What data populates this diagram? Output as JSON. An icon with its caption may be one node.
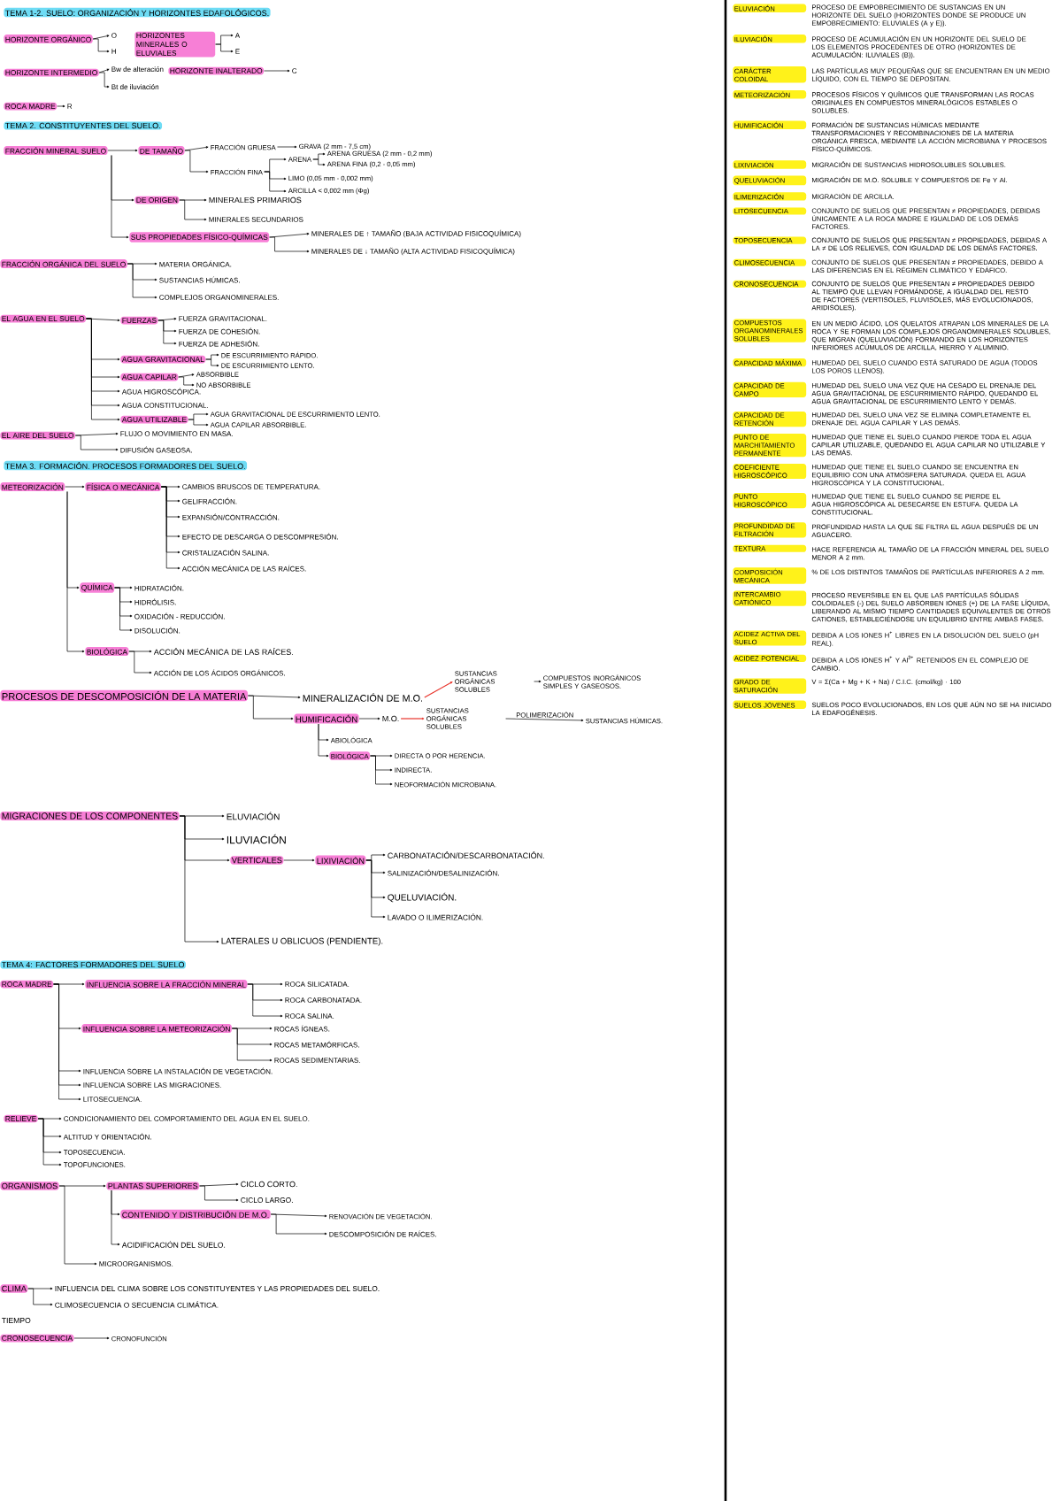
{
  "diagram": {
    "nodes": [
      {
        "text": [
          "TEMA 1-2. SUELO: ORGANIZACIÓN Y HORIZONTES EDAFOLÓGICOS."
        ]
      },
      {
        "text": [
          "HORIZONTE ORGÁNICO"
        ]
      },
      {
        "text": [
          "O"
        ]
      },
      {
        "text": [
          "H"
        ]
      },
      {
        "text": [
          "HORIZONTES MINERALES O ELUVIALES"
        ]
      },
      {
        "text": [
          "A"
        ]
      },
      {
        "text": [
          "E"
        ]
      },
      {
        "text": [
          "HORIZONTE INTERMEDIO"
        ]
      },
      {
        "text": [
          "Bw de alteración"
        ]
      },
      {
        "text": [
          "Bt de iluviación"
        ]
      },
      {
        "text": [
          "HORIZONTE INALTERADO"
        ]
      },
      {
        "text": [
          "C"
        ]
      },
      {
        "text": [
          "ROCA MADRE"
        ]
      },
      {
        "text": [
          "R"
        ]
      },
      {
        "text": [
          "TEMA 2. CONSTITUYENTES DEL SUELO."
        ]
      },
      {
        "text": [
          "FRACCIÓN MINERAL SUELO"
        ]
      },
      {
        "text": [
          "DE TAMAÑO"
        ]
      },
      {
        "text": [
          "FRACCIÓN GRUESA"
        ]
      },
      {
        "text": [
          "GRAVA (2 mm - 7,5 cm)"
        ]
      },
      {
        "text": [
          "FRACCIÓN FINA"
        ]
      },
      {
        "text": [
          "ARENA"
        ]
      },
      {
        "text": [
          "ARENA GRUESA (2 mm - 0,2 mm)"
        ]
      },
      {
        "text": [
          "ARENA FINA (0,2 - 0,05 mm)"
        ]
      },
      {
        "text": [
          "LIMO (0,05 mm - 0,002 mm)"
        ]
      },
      {
        "text": [
          "ARCILLA < 0,002 mm (Φg)"
        ]
      },
      {
        "text": [
          "DE ORIGEN"
        ]
      },
      {
        "text": [
          "MINERALES PRIMARIOS"
        ]
      },
      {
        "text": [
          "MINERALES SECUNDARIOS"
        ]
      },
      {
        "text": [
          "SUS PROPIEDADES FÍSICO-QUÍMICAS"
        ]
      },
      {
        "text": [
          "MINERALES DE ↑ TAMAÑO (BAJA ACTIVIDAD FISICOQUÍMICA)"
        ]
      },
      {
        "text": [
          "MINERALES DE ↓ TAMAÑO (ALTA ACTIVIDAD FISICOQUÍMICA)"
        ]
      },
      {
        "text": [
          "FRACCIÓN ORGÁNICA DEL SUELO"
        ]
      },
      {
        "text": [
          "MATERIA ORGÁNICA."
        ]
      },
      {
        "text": [
          "SUSTANCIAS HÚMICAS."
        ]
      },
      {
        "text": [
          "COMPLEJOS ORGANOMINERALES."
        ]
      },
      {
        "text": [
          "EL AGUA EN EL SUELO"
        ]
      },
      {
        "text": [
          "FUERZAS"
        ]
      },
      {
        "text": [
          "FUERZA GRAVITACIONAL."
        ]
      },
      {
        "text": [
          "FUERZA DE COHESIÓN."
        ]
      },
      {
        "text": [
          "FUERZA DE ADHESIÓN."
        ]
      },
      {
        "text": [
          "AGUA GRAVITACIONAL"
        ]
      },
      {
        "text": [
          "DE ESCURRIMIENTO RÁPIDO."
        ]
      },
      {
        "text": [
          "DE ESCURRIMIENTO LENTO."
        ]
      },
      {
        "text": [
          "AGUA CAPILAR"
        ]
      },
      {
        "text": [
          "ABSORBIBLE"
        ]
      },
      {
        "text": [
          "NO ABSORBIBLE"
        ]
      },
      {
        "text": [
          "AGUA HIGROSCÓPICA."
        ]
      },
      {
        "text": [
          "AGUA CONSTITUCIONAL."
        ]
      },
      {
        "text": [
          "AGUA UTILIZABLE"
        ]
      },
      {
        "text": [
          "AGUA GRAVITACIONAL DE ESCURRIMIENTO LENTO."
        ]
      },
      {
        "text": [
          "AGUA CAPILAR ABSORBIBLE."
        ]
      },
      {
        "text": [
          "EL AIRE DEL SUELO"
        ]
      },
      {
        "text": [
          "FLUJO O MOVIMIENTO EN MASA."
        ]
      },
      {
        "text": [
          "DIFUSIÓN GASEOSA."
        ]
      },
      {
        "text": [
          "TEMA 3. FORMACIÓN. PROCESOS FORMADORES DEL SUELO."
        ]
      },
      {
        "text": [
          "METEORIZACIÓN"
        ]
      },
      {
        "text": [
          "FÍSICA O MECÁNICA"
        ]
      },
      {
        "text": [
          "CAMBIOS BRUSCOS DE TEMPERATURA."
        ]
      },
      {
        "text": [
          "GELIFRACCIÓN."
        ]
      },
      {
        "text": [
          "EXPANSIÓN/CONTRACCIÓN."
        ]
      },
      {
        "text": [
          "EFECTO DE DESCARGA O DESCOMPRESIÓN."
        ]
      },
      {
        "text": [
          "CRISTALIZACIÓN SALINA."
        ]
      },
      {
        "text": [
          "ACCIÓN MECÁNICA DE LAS RAÍCES."
        ]
      },
      {
        "text": [
          "QUÍMICA"
        ]
      },
      {
        "text": [
          "HIDRATACIÓN."
        ]
      },
      {
        "text": [
          "HIDRÓLISIS."
        ]
      },
      {
        "text": [
          "OXIDACIÓN - REDUCCIÓN."
        ]
      },
      {
        "text": [
          "DISOLUCIÓN."
        ]
      },
      {
        "text": [
          "BIOLÓGICA"
        ]
      },
      {
        "text": [
          "ACCIÓN MECÁNICA DE LAS RAÍCES."
        ]
      },
      {
        "text": [
          "ACCIÓN DE LOS ÁCIDOS ORGÁNICOS."
        ]
      },
      {
        "text": [
          "PROCESOS DE DESCOMPOSICIÓN DE LA MATERIA"
        ]
      },
      {
        "text": [
          "MINERALIZACIÓN DE M.O."
        ]
      },
      {
        "text": [
          "SUSTANCIAS ORGÁNICAS SOLUBLES"
        ]
      },
      {
        "text": [
          "COMPUESTOS INORGÁNICOS SIMPLES Y GASEOSOS."
        ]
      },
      {
        "text": [
          "HUMIFICACIÓN"
        ]
      },
      {
        "text": [
          "M.O."
        ]
      },
      {
        "text": [
          "SUSTANCIAS ORGÁNICAS SOLUBLES"
        ]
      },
      {
        "text": [
          "SUSTANCIAS HÚMICAS."
        ]
      },
      {
        "text": [
          "ABIOLÓGICA"
        ]
      },
      {
        "text": [
          "BIOLÓGICA"
        ]
      },
      {
        "text": [
          "DIRECTA O POR HERENCIA."
        ]
      },
      {
        "text": [
          "INDIRECTA."
        ]
      },
      {
        "text": [
          "NEOFORMACIÓN MICROBIANA."
        ]
      },
      {
        "text": [
          "MIGRACIONES DE LOS COMPONENTES"
        ]
      },
      {
        "text": [
          "ELUVIACIÓN"
        ]
      },
      {
        "text": [
          "ILUVIACIÓN"
        ]
      },
      {
        "text": [
          "VERTICALES"
        ]
      },
      {
        "text": [
          "LIXIVIACIÓN"
        ]
      },
      {
        "text": [
          "CARBONATACIÓN/DESCARBONATACIÓN."
        ]
      },
      {
        "text": [
          "SALINIZACIÓN/DESALINIZACIÓN."
        ]
      },
      {
        "text": [
          "QUELUVIACIÓN."
        ]
      },
      {
        "text": [
          "LAVADO O ILIMERIZACIÓN."
        ]
      },
      {
        "text": [
          "LATERALES U OBLICUOS (PENDIENTE)."
        ]
      },
      {
        "text": [
          "TEMA 4: FACTORES FORMADORES DEL SUELO"
        ]
      },
      {
        "text": [
          "ROCA MADRE"
        ]
      },
      {
        "text": [
          "INFLUENCIA SOBRE LA FRACCIÓN MINERAL"
        ]
      },
      {
        "text": [
          "ROCA SILICATADA."
        ]
      },
      {
        "text": [
          "ROCA CARBONATADA."
        ]
      },
      {
        "text": [
          "ROCA SALINA."
        ]
      },
      {
        "text": [
          "INFLUENCIA SOBRE LA METEORIZACIÓN"
        ]
      },
      {
        "text": [
          "ROCAS ÍGNEAS."
        ]
      },
      {
        "text": [
          "ROCAS METAMÓRFICAS."
        ]
      },
      {
        "text": [
          "ROCAS SEDIMENTARIAS."
        ]
      },
      {
        "text": [
          "INFLUENCIA SOBRE LA INSTALACIÓN DE VEGETACIÓN."
        ]
      },
      {
        "text": [
          "INFLUENCIA SOBRE LAS MIGRACIONES."
        ]
      },
      {
        "text": [
          "LITOSECUENCIA."
        ]
      },
      {
        "text": [
          "RELIEVE"
        ]
      },
      {
        "text": [
          "CONDICIONAMIENTO DEL COMPORTAMIENTO DEL AGUA EN EL SUELO."
        ]
      },
      {
        "text": [
          "ALTITUD Y ORIENTACIÓN."
        ]
      },
      {
        "text": [
          "TOPOSECUENCIA."
        ]
      },
      {
        "text": [
          "TOPOFUNCIONES."
        ]
      },
      {
        "text": [
          "ORGANISMOS"
        ]
      },
      {
        "text": [
          "PLANTAS SUPERIORES"
        ]
      },
      {
        "text": [
          "CICLO CORTO."
        ]
      },
      {
        "text": [
          "CICLO LARGO."
        ]
      },
      {
        "text": [
          "CONTENIDO Y DISTRIBUCIÓN DE M.O."
        ]
      },
      {
        "text": [
          "RENOVACIÓN DE VEGETACIÓN."
        ]
      },
      {
        "text": [
          "DESCOMPOSICIÓN DE RAÍCES."
        ]
      },
      {
        "text": [
          "ACIDIFICACIÓN DEL SUELO."
        ]
      },
      {
        "text": [
          "MICROORGANISMOS."
        ]
      },
      {
        "text": [
          "CLIMA"
        ]
      },
      {
        "text": [
          "INFLUENCIA DEL CLIMA SOBRE LOS CONSTITUYENTES Y LAS PROPIEDADES DEL SUELO."
        ]
      },
      {
        "text": [
          "CLIMOSECUENCIA O SECUENCIA CLIMÁTICA."
        ]
      },
      {
        "text": [
          "TIEMPO"
        ]
      },
      {
        "text": [
          "CRONOSECUENCIA"
        ]
      },
      {
        "text": [
          "CRONOFUNCIÓN"
        ]
      },
      {
        "text": [
          "ELUVIACIÓN"
        ],
        "beside": [
          "PROCESO DE EMPOBRECIMIENTO DE SUSTANCIAS EN UN HORIZONTE DEL SUELO (HORIZONTES DONDE SE PRODUCE UN EMPOBRECIMIENTO: ELUVIALES (A y E))."
        ]
      },
      {
        "text": [
          "ILUVIACIÓN"
        ],
        "beside": [
          "PROCESO DE ACUMULACIÓN EN UN HORIZONTE DEL SUELO DE LOS ELEMENTOS PROCEDENTES DE OTRO (HORIZONTES DE ACUMULACIÓN: ILUVIALES (B))."
        ]
      },
      {
        "text": [
          "CARÁCTER COLOIDAL"
        ],
        "beside": [
          "LAS PARTÍCULAS MUY PEQUEÑAS QUE SE ENCUENTRAN EN UN MEDIO LÍQUIDO, CON EL TIEMPO SE DEPOSITAN."
        ]
      },
      {
        "text": [
          "METEORIZACIÓN"
        ],
        "beside": [
          "PROCESOS FÍSICOS Y QUÍMICOS QUE TRANSFORMAN LAS ROCAS ORIGINALES EN COMPUESTOS MINERALÓGICOS ESTABLES O SOLUBLES."
        ]
      },
      {
        "text": [
          "HUMIFICACIÓN"
        ],
        "beside": [
          "FORMACIÓN DE SUSTANCIAS HÚMICAS MEDIANTE TRANSFORMACIONES Y RECOMBINACIONES DE LA MATERIA ORGÁNICA FRESCA, MEDIANTE LA ACCIÓN MICROBIANA Y PROCESOS FÍSICO-QUÍMICOS."
        ]
      },
      {
        "text": [
          "LIXIVIACIÓN"
        ],
        "beside": [
          "MIGRACIÓN DE SUSTANCIAS HIDROSOLUBLES SOLUBLES."
        ]
      },
      {
        "text": [
          "QUELUVIACIÓN"
        ],
        "beside": [
          "MIGRACIÓN DE M.O. SOLUBLE Y COMPUESTOS DE Fe Y Al."
        ]
      },
      {
        "text": [
          "ILIMERIZACIÓN"
        ],
        "beside": [
          "MIGRACIÓN DE ARCILLA."
        ]
      },
      {
        "text": [
          "LITOSECUENCIA"
        ],
        "beside": [
          "CONJUNTO DE SUELOS QUE PRESENTAN ≠ PROPIEDADES, DEBIDAS ÚNICAMENTE A LA ROCA MADRE E IGUALDAD DE LOS DEMÁS FACTORES."
        ]
      },
      {
        "text": [
          "TOPOSECUENCIA"
        ],
        "beside": [
          "CONJUNTO DE SUELOS QUE PRESENTAN ≠ PROPIEDADES, DEBIDAS A LA ≠ DE LOS RELIEVES, CON IGUALDAD DE LOS DEMÁS FACTORES."
        ]
      },
      {
        "text": [
          "CLIMOSECUENCIA"
        ],
        "beside": [
          "CONJUNTO DE SUELOS QUE PRESENTAN ≠ PROPIEDADES, DEBIDO A LAS DIFERENCIAS EN EL RÉGIMEN CLIMÁTICO Y EDÁFICO."
        ]
      },
      {
        "text": [
          "CRONOSECUENCIA"
        ],
        "beside": [
          "CONJUNTO DE SUELOS QUE PRESENTAN ≠ PROPIEDADES DEBIDO AL TIEMPO QUE LLEVAN FORMÁNDOSE, A IGUALDAD DEL RESTO DE FACTORES (VERTISOLES, FLUVISOLES, MÁS EVOLUCIONADOS, ARIDISOLES)."
        ]
      },
      {
        "text": [
          "COMPUESTOS ORGANOMINERALES SOLUBLES"
        ],
        "beside": [
          "EN UN MEDIO ÁCIDO, LOS QUELATOS ATRAPAN LOS MINERALES DE LA ROCA Y SE FORMAN LOS COMPLEJOS ORGANOMINERALES SOLUBLES, QUE MIGRAN (QUELUVIACIÓN) FORMANDO EN LOS HORIZONTES INFERIORES ACÚMULOS DE ARCILLA, HIERRO Y ALUMINIO."
        ]
      },
      {
        "text": [
          "CAPACIDAD MÁXIMA"
        ],
        "beside": [
          "HUMEDAD DEL SUELO CUANDO ESTÁ SATURADO DE AGUA (TODOS LOS POROS LLENOS)."
        ]
      },
      {
        "text": [
          "CAPACIDAD DE CAMPO"
        ],
        "beside": [
          "HUMEDAD DEL SUELO UNA VEZ QUE HA CESADO EL DRENAJE DEL AGUA GRAVITACIONAL DE ESCURRIMIENTO RÁPIDO, QUEDANDO EL AGUA GRAVITACIONAL DE ESCURRIMIENTO LENTO Y DEMÁS."
        ]
      },
      {
        "text": [
          "CAPACIDAD DE RETENCIÓN"
        ],
        "beside": [
          "HUMEDAD DEL SUELO UNA VEZ SE ELIMINA COMPLETAMENTE EL DRENAJE DEL AGUA CAPILAR Y LAS DEMÁS."
        ]
      },
      {
        "text": [
          "PUNTO DE MARCHITAMIENTO PERMANENTE"
        ],
        "beside": [
          "HUMEDAD QUE TIENE EL SUELO CUANDO PIERDE TODA EL AGUA CAPILAR UTILIZABLE, QUEDANDO EL AGUA CAPILAR NO UTILIZABLE Y LAS DEMÁS."
        ]
      },
      {
        "text": [
          "COEFICIENTE HIGROSCÓPICO"
        ],
        "beside": [
          "HUMEDAD QUE TIENE EL SUELO CUANDO SE ENCUENTRA EN EQUILIBRIO CON UNA ATMÓSFERA SATURADA. QUEDA EL AGUA HIGROSCÓPICA Y LA CONSTITUCIONAL."
        ]
      },
      {
        "text": [
          "PUNTO HIGROSCÓPICO"
        ],
        "beside": [
          "HUMEDAD QUE TIENE EL SUELO CUANDO SE PIERDE EL AGUA HIGROSCÓPICA AL DESECARSE EN ESTUFA. QUEDA LA CONSTITUCIONAL."
        ]
      },
      {
        "text": [
          "PROFUNDIDAD DE FILTRACIÓN"
        ],
        "beside": [
          "PROFUNDIDAD HASTA LA QUE SE FILTRA EL AGUA DESPUÉS DE UN AGUACERO."
        ]
      },
      {
        "text": [
          "TEXTURA"
        ],
        "beside": [
          "HACE REFERENCIA AL TAMAÑO DE LA FRACCIÓN MINERAL DEL SUELO MENOR A 2 mm."
        ]
      },
      {
        "text": [
          "COMPOSICIÓN MECÁNICA"
        ],
        "beside": [
          "% DE LOS DISTINTOS TAMAÑOS DE PARTÍCULAS INFERIORES A 2 mm."
        ]
      },
      {
        "text": [
          "INTERCAMBIO CATIÓNICO"
        ],
        "beside": [
          "PROCESO REVERSIBLE EN EL QUE LAS PARTÍCULAS SÓLIDAS COLOIDALES (-) DEL SUELO ABSORBEN IONES (+) DE LA FASE LÍQUIDA, LIBERANDO AL MISMO TIEMPO CANTIDADES EQUIVALENTES DE OTROS CATIONES, ESTABLECIÉNDOSE UN EQUILIBRIO ENTRE AMBAS FASES."
        ]
      },
      {
        "text": [
          "ACIDEZ ACTIVA DEL SUELO"
        ],
        "beside": [
          "DEBIDA A LOS IONES H$^{+}$ LIBRES EN LA DISOLUCIÓN DEL SUELO (pH REAL)."
        ]
      },
      {
        "text": [
          "ACIDEZ POTENCIAL"
        ],
        "beside": [
          "DEBIDA A LOS IONES H$^{+}$ Y Al$^{3+}$ RETENIDOS EN EL COMPLEJO DE CAMBIO."
        ]
      },
      {
        "text": [
          "GRADO DE SATURACIÓN"
        ],
        "beside": [
          "V = Σ(Ca + Mg + K + Na) / C.I.C. (cmol/kg) · 100"
        ]
      },
      {
        "text": [
          "SUELOS JÓVENES"
        ],
        "beside": [
          "SUELOS POCO EVOLUCIONADOS, EN LOS QUE AÚN NO SE HA INICIADO LA EDAFOGÉNESIS."
        ]
      }
    ],
    "edges": [
      {
        "from": 1,
        "to": 2,
        "arrow": "to"
      },
      {
        "from": 1,
        "to": 3,
        "arrow": "to"
      },
      {
        "from": 4,
        "to": 5,
        "arrow": "to"
      },
      {
        "from": 4,
        "to": 6,
        "arrow": "to"
      },
      {
        "from": 7,
        "to": 8,
        "arrow": "to"
      },
      {
        "from": 7,
        "to": 9,
        "arrow": "to"
      },
      {
        "from": 10,
        "to": 11,
        "arrow": "to"
      },
      {
        "from": 12,
        "to": 13,
        "arrow": "to"
      },
      {
        "from": 15,
        "to": 16,
        "arrow": "to"
      },
      {
        "from": 15,
        "to": 25,
        "arrow": "to"
      },
      {
        "from": 15,
        "to": 28,
        "arrow": "to"
      },
      {
        "from": 16,
        "to": 17,
        "arrow": "to"
      },
      {
        "from": 16,
        "to": 19,
        "arrow": "to"
      },
      {
        "from": 17,
        "to": 18,
        "arrow": "to"
      },
      {
        "from": 19,
        "to": 20,
        "arrow": "to"
      },
      {
        "from": 19,
        "to": 23,
        "arrow": "to"
      },
      {
        "from": 19,
        "to": 24,
        "arrow": "to"
      },
      {
        "from": 20,
        "to": 21,
        "arrow": "to"
      },
      {
        "from": 20,
        "to": 22,
        "arrow": "to"
      },
      {
        "from": 25,
        "to": 26,
        "arrow": "to"
      },
      {
        "from": 25,
        "to": 27,
        "arrow": "to"
      },
      {
        "from": 28,
        "to": 29,
        "arrow": "to"
      },
      {
        "from": 28,
        "to": 30,
        "arrow": "to"
      },
      {
        "from": 31,
        "to": 32,
        "arrow": "to"
      },
      {
        "from": 31,
        "to": 33,
        "arrow": "to"
      },
      {
        "from": 31,
        "to": 34,
        "arrow": "to"
      },
      {
        "from": 35,
        "to": 36,
        "arrow": "to"
      },
      {
        "from": 35,
        "to": 40,
        "arrow": "to"
      },
      {
        "from": 35,
        "to": 43,
        "arrow": "to"
      },
      {
        "from": 35,
        "to": 46,
        "arrow": "to"
      },
      {
        "from": 35,
        "to": 47,
        "arrow": "to"
      },
      {
        "from": 35,
        "to": 48,
        "arrow": "to"
      },
      {
        "from": 36,
        "to": 37,
        "arrow": "to"
      },
      {
        "from": 36,
        "to": 38,
        "arrow": "to"
      },
      {
        "from": 36,
        "to": 39,
        "arrow": "to"
      },
      {
        "from": 40,
        "to": 41,
        "arrow": "to"
      },
      {
        "from": 40,
        "to": 42,
        "arrow": "to"
      },
      {
        "from": 43,
        "to": 44,
        "arrow": "to"
      },
      {
        "from": 43,
        "to": 45,
        "arrow": "to"
      },
      {
        "from": 48,
        "to": 49,
        "arrow": "to"
      },
      {
        "from": 48,
        "to": 50,
        "arrow": "to"
      },
      {
        "from": 51,
        "to": 52,
        "arrow": "to"
      },
      {
        "from": 51,
        "to": 53,
        "arrow": "to"
      },
      {
        "from": 55,
        "to": 56,
        "arrow": "to"
      },
      {
        "from": 55,
        "to": 63,
        "arrow": "to"
      },
      {
        "from": 55,
        "to": 68,
        "arrow": "to"
      },
      {
        "from": 56,
        "to": 57,
        "arrow": "to"
      },
      {
        "from": 56,
        "to": 58,
        "arrow": "to"
      },
      {
        "from": 56,
        "to": 59,
        "arrow": "to"
      },
      {
        "from": 56,
        "to": 60,
        "arrow": "to"
      },
      {
        "from": 56,
        "to": 61,
        "arrow": "to"
      },
      {
        "from": 56,
        "to": 62,
        "arrow": "to"
      },
      {
        "from": 63,
        "to": 64,
        "arrow": "to"
      },
      {
        "from": 63,
        "to": 65,
        "arrow": "to"
      },
      {
        "from": 63,
        "to": 66,
        "arrow": "to"
      },
      {
        "from": 63,
        "to": 67,
        "arrow": "to"
      },
      {
        "from": 68,
        "to": 69,
        "arrow": "to"
      },
      {
        "from": 68,
        "to": 70,
        "arrow": "to"
      },
      {
        "from": 71,
        "to": 72,
        "arrow": "to"
      },
      {
        "from": 71,
        "to": 75,
        "arrow": "to"
      },
      {
        "from": 72,
        "to": 73,
        "arrow": "to",
        "color": "#e8332a"
      },
      {
        "from": 73,
        "to": 74,
        "arrow": "to"
      },
      {
        "from": 75,
        "to": 76,
        "arrow": "to"
      },
      {
        "from": 75,
        "to": 79,
        "arrow": "to"
      },
      {
        "from": 75,
        "to": 80,
        "arrow": "to"
      },
      {
        "from": 76,
        "to": 77,
        "arrow": "to",
        "color": "#e8332a"
      },
      {
        "from": 77,
        "to": 78,
        "arrow": "to",
        "label": "POLIMERIZACIÓN"
      },
      {
        "from": 80,
        "to": 81,
        "arrow": "to"
      },
      {
        "from": 80,
        "to": 82,
        "arrow": "to"
      },
      {
        "from": 80,
        "to": 83,
        "arrow": "to"
      },
      {
        "from": 84,
        "to": 85,
        "arrow": "to"
      },
      {
        "from": 84,
        "to": 86,
        "arrow": "to"
      },
      {
        "from": 84,
        "to": 87,
        "arrow": "to"
      },
      {
        "from": 84,
        "to": 93,
        "arrow": "to"
      },
      {
        "from": 87,
        "to": 88,
        "arrow": "to"
      },
      {
        "from": 88,
        "to": 89,
        "arrow": "to"
      },
      {
        "from": 88,
        "to": 90,
        "arrow": "to"
      },
      {
        "from": 88,
        "to": 91,
        "arrow": "to"
      },
      {
        "from": 88,
        "to": 92,
        "arrow": "to"
      },
      {
        "from": 95,
        "to": 96,
        "arrow": "to"
      },
      {
        "from": 95,
        "to": 100,
        "arrow": "to"
      },
      {
        "from": 95,
        "to": 104,
        "arrow": "to"
      },
      {
        "from": 95,
        "to": 105,
        "arrow": "to"
      },
      {
        "from": 95,
        "to": 106,
        "arrow": "to"
      },
      {
        "from": 96,
        "to": 97,
        "arrow": "to"
      },
      {
        "from": 96,
        "to": 98,
        "arrow": "to"
      },
      {
        "from": 96,
        "to": 99,
        "arrow": "to"
      },
      {
        "from": 100,
        "to": 101,
        "arrow": "to"
      },
      {
        "from": 100,
        "to": 102,
        "arrow": "to"
      },
      {
        "from": 100,
        "to": 103,
        "arrow": "to"
      },
      {
        "from": 107,
        "to": 108,
        "arrow": "to"
      },
      {
        "from": 107,
        "to": 109,
        "arrow": "to"
      },
      {
        "from": 107,
        "to": 110,
        "arrow": "to"
      },
      {
        "from": 107,
        "to": 111,
        "arrow": "to"
      },
      {
        "from": 112,
        "to": 113,
        "arrow": "to"
      },
      {
        "from": 112,
        "to": 120,
        "arrow": "to"
      },
      {
        "from": 113,
        "to": 114,
        "arrow": "to"
      },
      {
        "from": 113,
        "to": 115,
        "arrow": "to"
      },
      {
        "from": 113,
        "to": 116,
        "arrow": "to"
      },
      {
        "from": 113,
        "to": 119,
        "arrow": "to"
      },
      {
        "from": 116,
        "to": 117,
        "arrow": "to"
      },
      {
        "from": 116,
        "to": 118,
        "arrow": "to"
      },
      {
        "from": 121,
        "to": 122,
        "arrow": "to"
      },
      {
        "from": 121,
        "to": 123,
        "arrow": "to"
      },
      {
        "from": 125,
        "to": 126,
        "arrow": "to"
      }
    ]
  }
}
